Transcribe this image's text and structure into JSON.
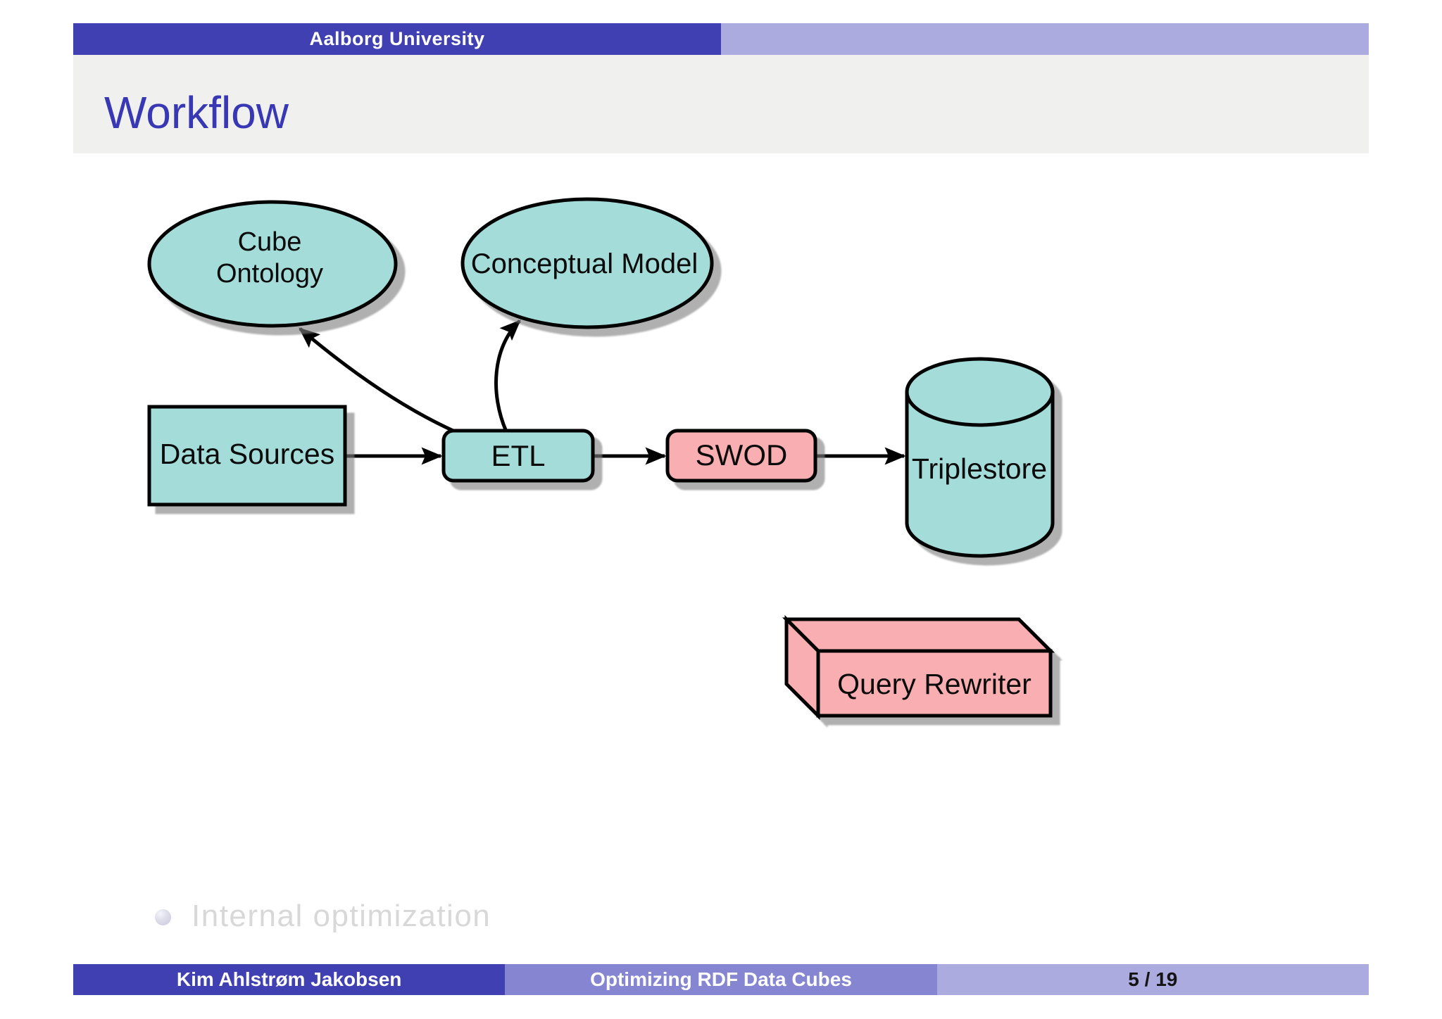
{
  "colors": {
    "structure_blue": "#4040B2",
    "purple_mid": "#8585D1",
    "purple_light": "#ABABDF",
    "title_bg": "#F0F0EE",
    "title_color": "#3838B4",
    "node_teal": "#A3DCD8",
    "node_pink": "#F9AFB1",
    "faded_gray": "#D8D8D8"
  },
  "header": {
    "institute": "Aalborg University"
  },
  "frame": {
    "title": "Workflow"
  },
  "diagram": {
    "nodes": {
      "cube_ontology": {
        "line1": "Cube",
        "line2": "Ontology"
      },
      "conceptual_model": {
        "label": "Conceptual Model"
      },
      "data_sources": {
        "label": "Data Sources"
      },
      "etl": {
        "label": "ETL"
      },
      "swod": {
        "label": "SWOD"
      },
      "triplestore": {
        "label": "Triplestore"
      },
      "query_rewriter": {
        "label": "Query Rewriter"
      }
    }
  },
  "bullets": [
    {
      "label": "Internal optimization"
    }
  ],
  "footer": {
    "author": "Kim Ahlstrøm Jakobsen",
    "short_title": "Optimizing RDF Data Cubes",
    "page": "5 / 19"
  }
}
